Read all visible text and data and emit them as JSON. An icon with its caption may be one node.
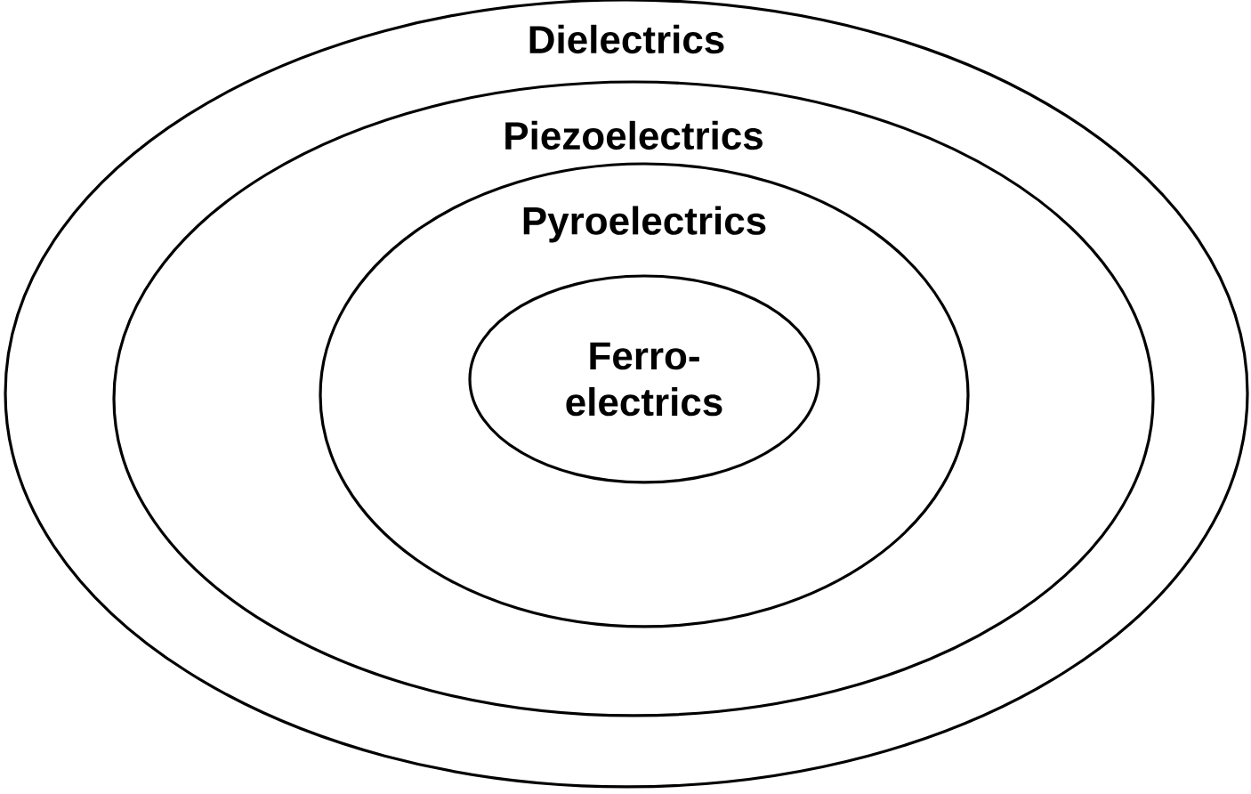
{
  "diagram": {
    "nodes": [
      {
        "text": [
          "Dielectrics"
        ]
      },
      {
        "text": [
          "Piezoelectrics"
        ],
        "in": 0
      },
      {
        "text": [
          "Pyroelectrics"
        ],
        "in": 1
      },
      {
        "text": [
          "Ferro- electrics"
        ],
        "in": 2
      }
    ]
  }
}
